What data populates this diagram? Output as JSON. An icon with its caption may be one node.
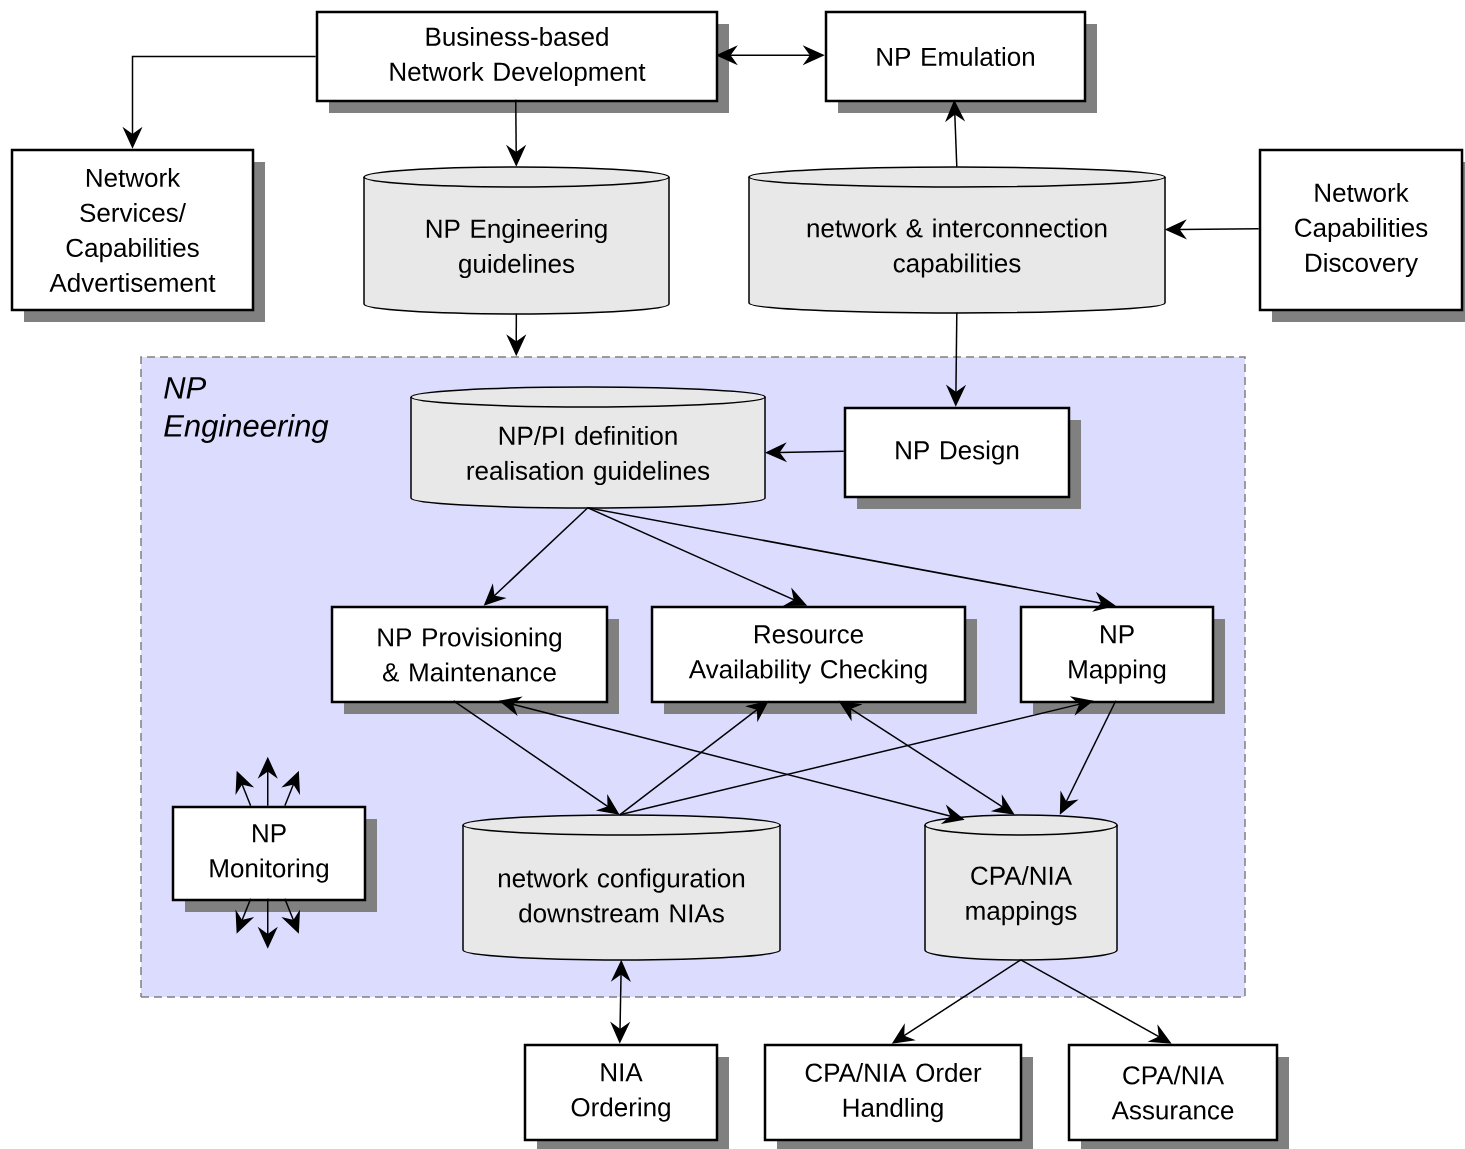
{
  "diagram": {
    "nodes": [
      {
        "text": [
          "Business-based Network Development"
        ]
      },
      {
        "text": [
          "NP Emulation"
        ]
      },
      {
        "text": [
          "Network Services/ Capabilities Advertisement"
        ]
      },
      {
        "text": [
          "NP Engineering guidelines"
        ]
      },
      {
        "text": [
          "network & interconnection capabilities"
        ]
      },
      {
        "text": [
          "Network Capabilities Discovery"
        ]
      },
      {
        "text": [
          "NP Engineering"
        ]
      },
      {
        "text": [
          "NP/PI definition realisation guidelines"
        ],
        "in": 6
      },
      {
        "text": [
          "NP Design"
        ],
        "in": 6
      },
      {
        "text": [
          "NP Provisioning & Maintenance"
        ],
        "in": 6
      },
      {
        "text": [
          "Resource Availability Checking"
        ],
        "in": 6
      },
      {
        "text": [
          "NP Mapping"
        ],
        "in": 6
      },
      {
        "text": [
          "NP Monitoring"
        ],
        "in": 6
      },
      {
        "text": [
          "network configuration downstream NIAs"
        ],
        "in": 6
      },
      {
        "text": [
          "CPA/NIA mappings"
        ],
        "in": 6
      },
      {
        "text": [
          "NIA Ordering"
        ]
      },
      {
        "text": [
          "CPA/NIA Order Handling"
        ]
      },
      {
        "text": [
          "CPA/NIA Assurance"
        ]
      }
    ],
    "edges": [
      {
        "from": 0,
        "to": 2,
        "arrow": "to"
      },
      {
        "from": 0,
        "to": 1,
        "arrow": "both"
      },
      {
        "from": 0,
        "to": 3,
        "arrow": "to"
      },
      {
        "from": 3,
        "to": 6,
        "arrow": "to"
      },
      {
        "from": 4,
        "to": 1,
        "arrow": "to"
      },
      {
        "from": 5,
        "to": 4,
        "arrow": "to"
      },
      {
        "from": 4,
        "to": 8,
        "arrow": "to"
      },
      {
        "from": 8,
        "to": 7,
        "arrow": "to"
      },
      {
        "from": 7,
        "to": 9,
        "arrow": "to"
      },
      {
        "from": 7,
        "to": 10,
        "arrow": "to"
      },
      {
        "from": 7,
        "to": 11,
        "arrow": "to"
      },
      {
        "from": 9,
        "to": 13,
        "arrow": "to"
      },
      {
        "from": 13,
        "to": 10,
        "arrow": "to"
      },
      {
        "from": 13,
        "to": 11,
        "arrow": "to"
      },
      {
        "from": 9,
        "to": 14,
        "arrow": "both"
      },
      {
        "from": 10,
        "to": 14,
        "arrow": "both"
      },
      {
        "from": 11,
        "to": 14,
        "arrow": "to"
      },
      {
        "from": 13,
        "to": 15,
        "arrow": "both"
      },
      {
        "from": 14,
        "to": 16,
        "arrow": "to"
      },
      {
        "from": 14,
        "to": 17,
        "arrow": "to"
      },
      {
        "from": 12,
        "to": null,
        "arrow": "to"
      },
      {
        "from": 12,
        "to": null,
        "arrow": "to"
      },
      {
        "from": 12,
        "to": null,
        "arrow": "to"
      },
      {
        "from": 12,
        "to": null,
        "arrow": "to"
      },
      {
        "from": 12,
        "to": null,
        "arrow": "to"
      },
      {
        "from": 12,
        "to": null,
        "arrow": "to"
      }
    ]
  }
}
